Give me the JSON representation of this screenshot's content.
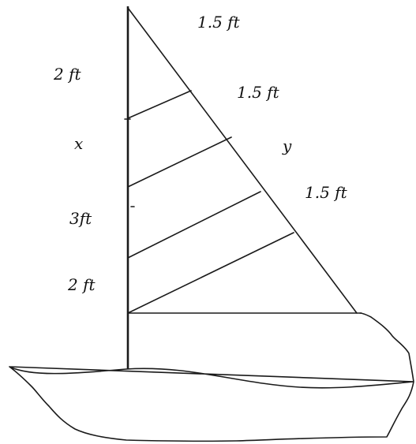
{
  "figure": {
    "labels": {
      "top_right": "1.5 ft",
      "middle_right": "1.5 ft",
      "lower_right": "1.5 ft",
      "left_top": "2 ft",
      "left_x": "x",
      "left_mid": "3ft",
      "left_bottom": "2 ft",
      "diagonal_y": "y"
    }
  }
}
